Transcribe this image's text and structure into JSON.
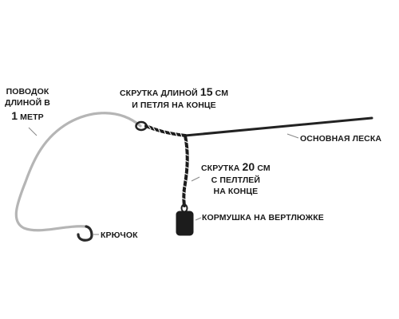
{
  "colors": {
    "main_line": "#222222",
    "leader": "#b5b5b5",
    "hook": "#2a2a2a",
    "feeder": "#1c1c1c",
    "pointer": "#888888",
    "background": "#ffffff"
  },
  "labels": {
    "leader": {
      "line1": "ПОВОДОК",
      "line2": "ДЛИНОЙ В",
      "line3_num": "1",
      "line3_unit": "МЕТР"
    },
    "twist_top": {
      "line1_text": "СКРУТКА ДЛИНОЙ",
      "line1_num": "15",
      "line1_unit": "СМ",
      "line2": "И ПЕТЛЯ НА КОНЦЕ"
    },
    "main_line": "ОСНОВНАЯ ЛЕСКА",
    "twist_down": {
      "line1_text": "СКРУТКА",
      "line1_num": "20",
      "line1_unit": "СМ",
      "line2": "С ПЕЛТЛЕЙ",
      "line3": "НА КОНЦЕ"
    },
    "feeder": "КОРМУШКА НА ВЕРТЛЮЖКЕ",
    "hook": "КРЮЧОК"
  }
}
